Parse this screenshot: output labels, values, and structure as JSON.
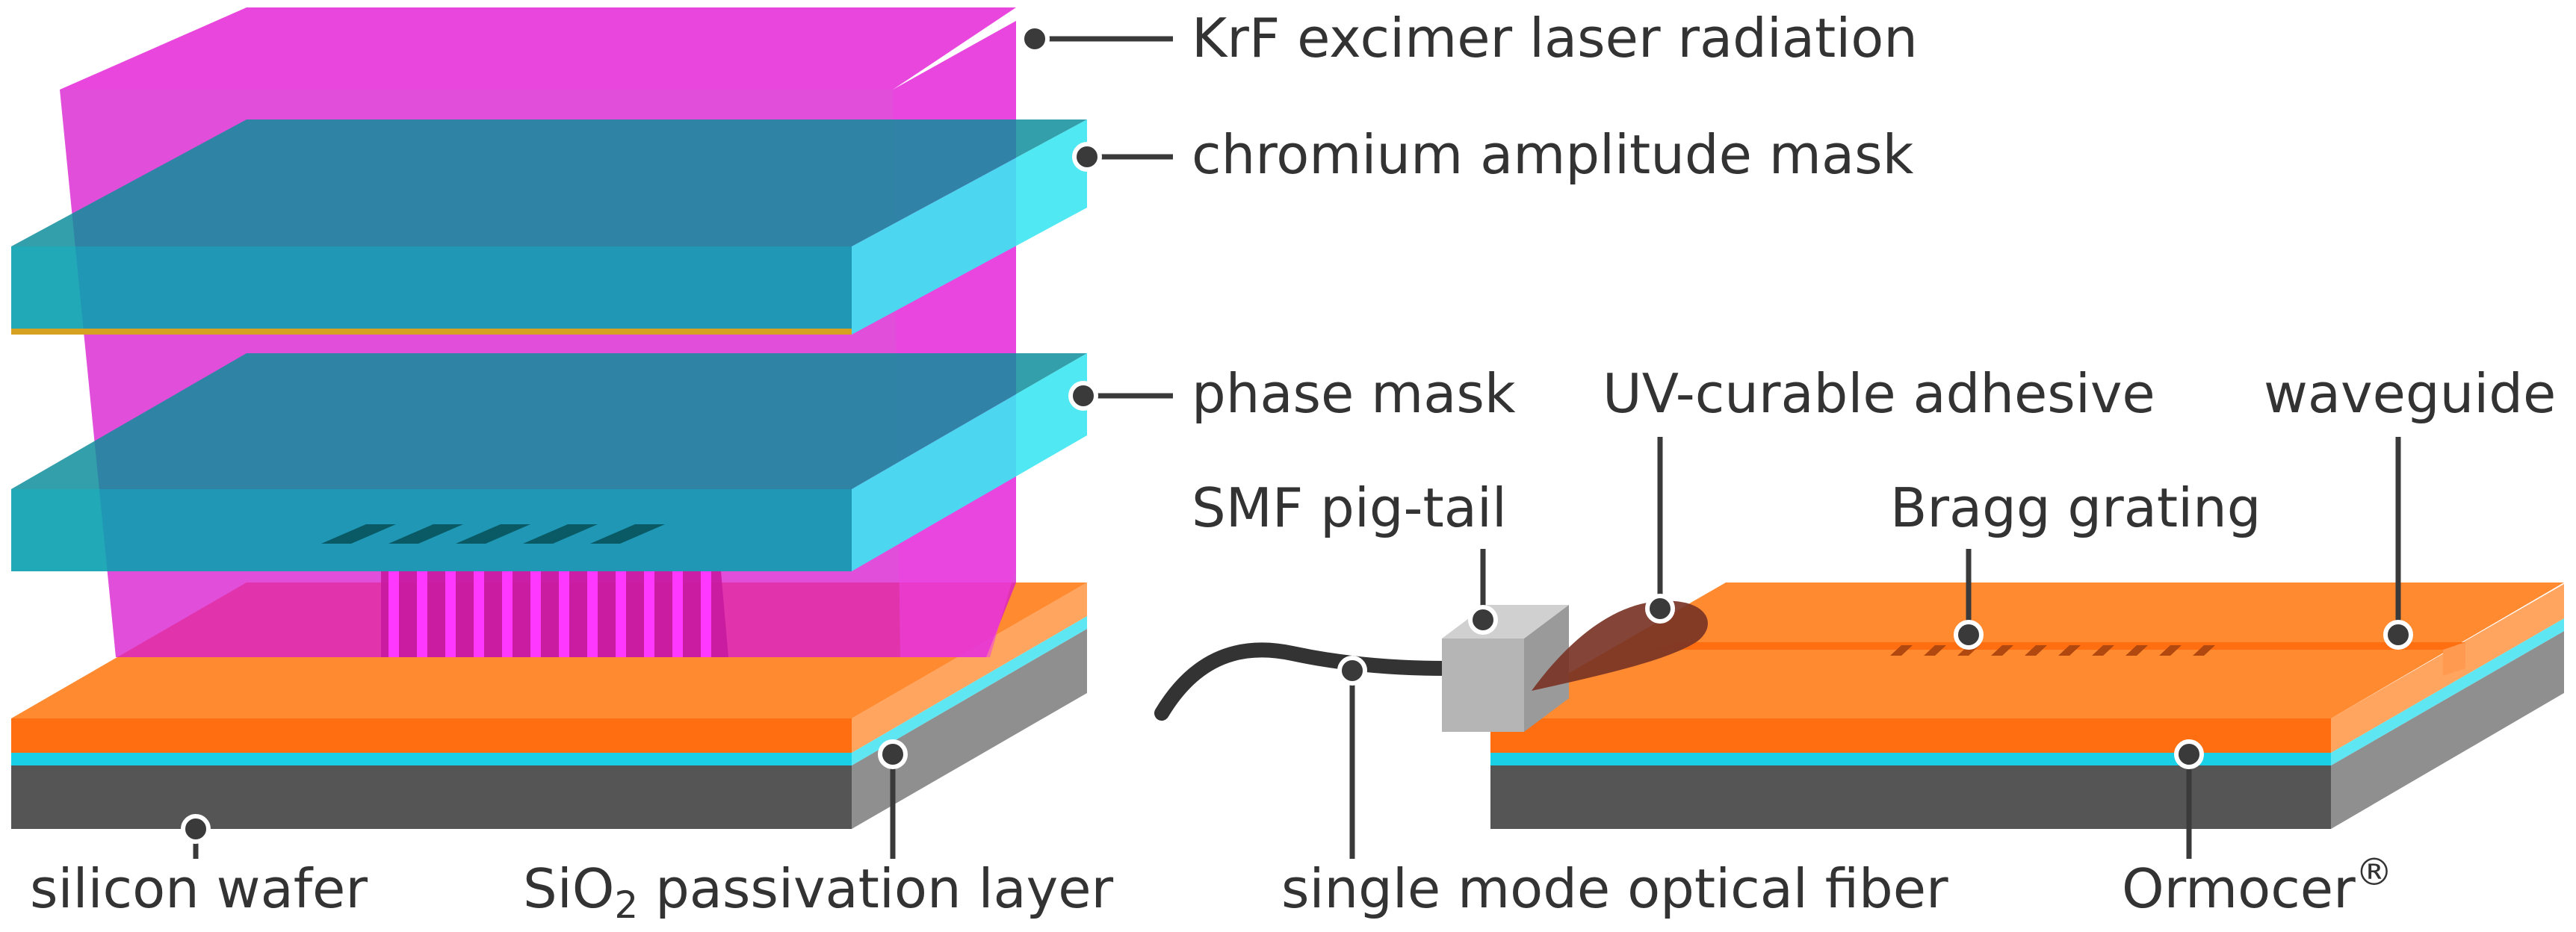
{
  "labels": {
    "krf_laser": "KrF excimer laser radiation",
    "chromium_mask": "chromium amplitude mask",
    "phase_mask": "phase mask",
    "uv_adhesive": "UV-curable adhesive",
    "waveguide": "waveguide",
    "smf_pigtail": "SMF pig-tail",
    "bragg_grating": "Bragg grating",
    "silicon_wafer": "silicon wafer",
    "sio2_prefix": "SiO",
    "sio2_subscript": "2",
    "sio2_suffix": " passivation layer",
    "single_mode_fiber": "single mode optical fiber",
    "ormocer": "Ormocer",
    "ormocer_mark": "®"
  },
  "colors": {
    "laser": "#e020d8",
    "mask_cyan": "#20d8e8",
    "mask_teal": "#0c97a4",
    "ormocer_orange": "#ff8a30",
    "waveguide_orange": "#ff6e10",
    "sio2_cyan": "#1ad0e6",
    "silicon_dark": "#555555",
    "silicon_side": "#8f8f8f",
    "adhesive": "#7a3426",
    "fiber": "#333333",
    "ferrule": "#b0b0b0"
  }
}
